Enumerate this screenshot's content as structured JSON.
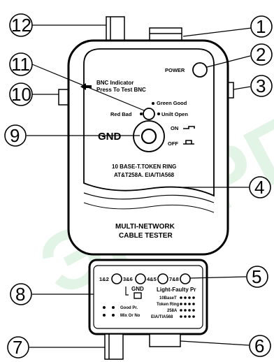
{
  "watermark": "ЭНЕРГИЯ",
  "callouts": [
    "1",
    "2",
    "3",
    "4",
    "5",
    "6",
    "7",
    "8",
    "9",
    "10",
    "11",
    "12"
  ],
  "top_unit": {
    "power_label": "POWER",
    "bnc_indicator_line1": "BNC Indicator",
    "bnc_indicator_line2": "Press To Test BNC",
    "led_green": "Green Good",
    "led_red": "Red Bad",
    "led_unit_open": "Unilt Open",
    "gnd_label": "GND",
    "switch_on": "ON",
    "switch_off": "OFF",
    "standards_line1": "10 BASE-T.TOKEN RING",
    "standards_line2": "AT&T258A.  EIA/TIA568",
    "product_line1": "MULTI-NETWORK",
    "product_line2": "CABLE TESTER"
  },
  "remote_unit": {
    "pairs": [
      "1&2",
      "3&6",
      "4&5",
      "7&8"
    ],
    "gnd_label": "GND",
    "legend_title": "Light-Faulty Pr",
    "legend_rows": [
      "10BaseT",
      "Token Ring",
      "258A",
      "EIA/TIA568"
    ],
    "good_pr": "Good Pr.",
    "mix_or_no": "Mix Or No"
  }
}
